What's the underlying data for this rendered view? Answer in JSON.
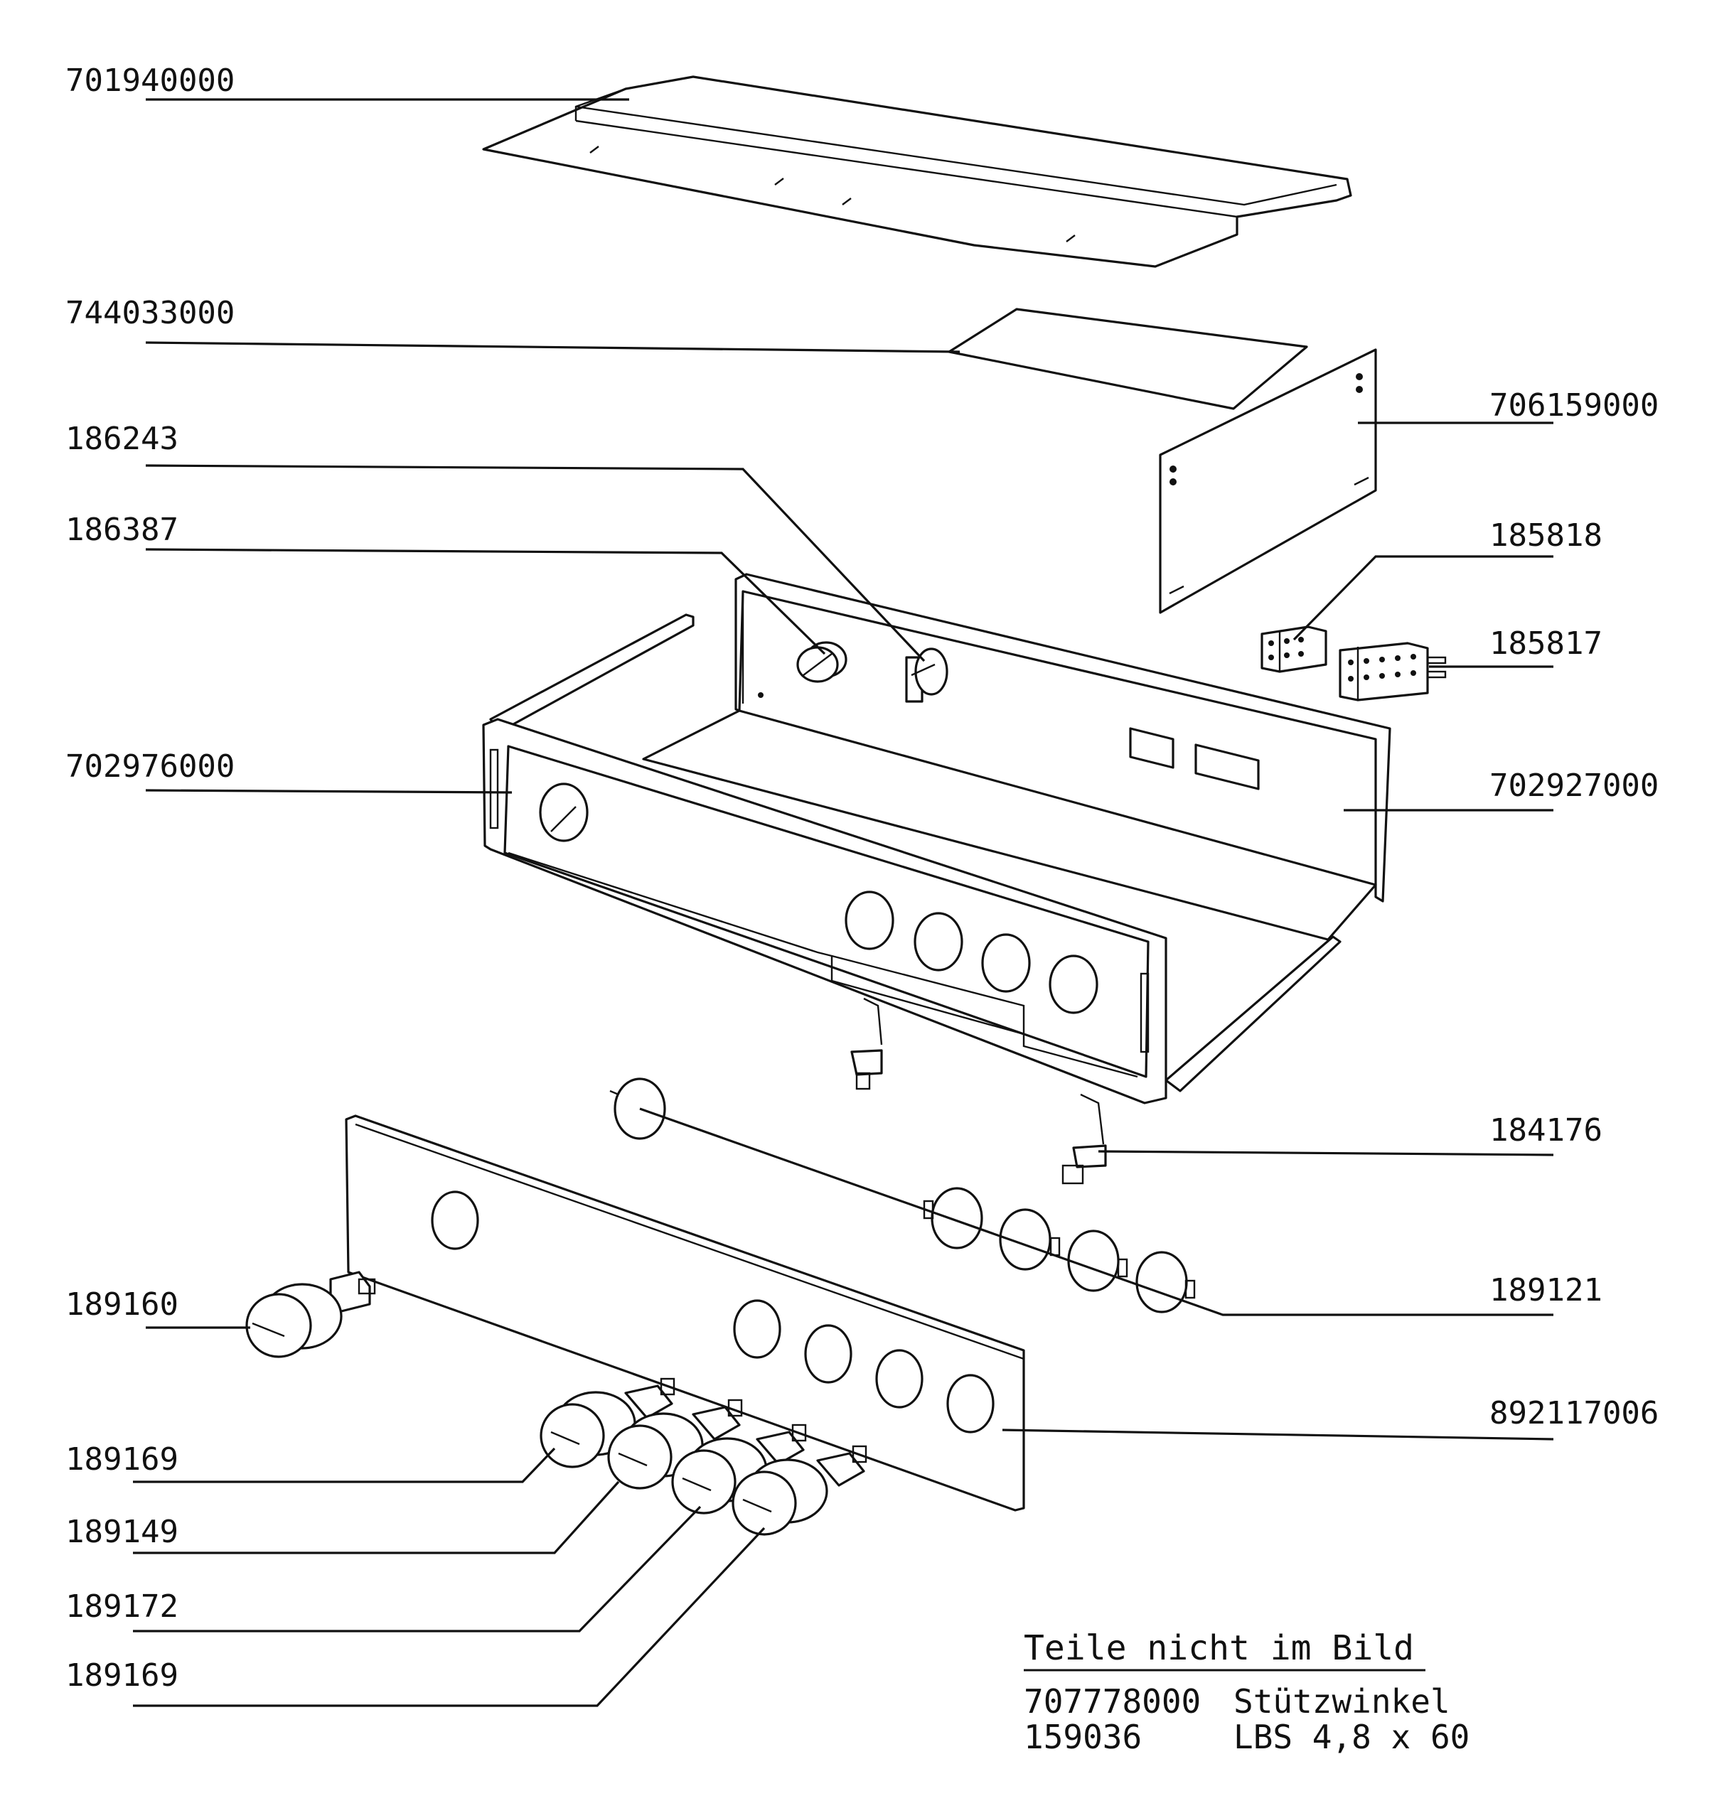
{
  "diagram": {
    "callouts": {
      "c701940000": "701940000",
      "c744033000": "744033000",
      "c706159000": "706159000",
      "c186243": "186243",
      "c186387": "186387",
      "c185818": "185818",
      "c185817": "185817",
      "c702976000": "702976000",
      "c702927000": "702927000",
      "c184176": "184176",
      "c189160": "189160",
      "c189121": "189121",
      "c892117006": "892117006",
      "c189169a": "189169",
      "c189149": "189149",
      "c189172": "189172",
      "c189169b": "189169"
    },
    "not_shown": {
      "heading": "Teile nicht im Bild",
      "rows": [
        {
          "part_no": "707778000",
          "description": "Stützwinkel"
        },
        {
          "part_no": "159036",
          "description": "LBS 4,8 x 60"
        }
      ]
    }
  }
}
